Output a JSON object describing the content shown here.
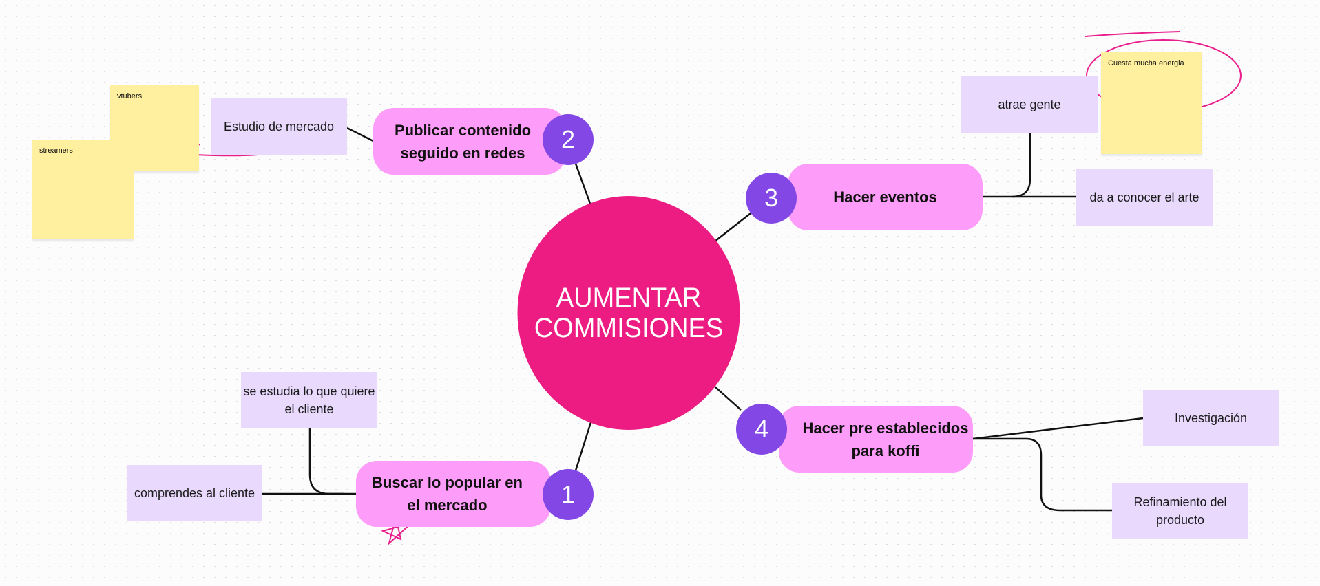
{
  "central_topic": "AUMENTAR COMMISIONES",
  "branches": [
    {
      "number": "1",
      "label": "Buscar lo popular en el mercado",
      "children": [
        "se estudia lo que quiere el cliente",
        "comprendes al cliente"
      ]
    },
    {
      "number": "2",
      "label": "Publicar contenido seguido en redes",
      "children": [
        "Estudio de mercado"
      ]
    },
    {
      "number": "3",
      "label": "Hacer eventos",
      "children": [
        "atrae gente",
        "da a conocer el arte"
      ]
    },
    {
      "number": "4",
      "label": "Hacer pre establecidos para koffi",
      "children": [
        "Investigación",
        "Refinamiento del producto"
      ]
    }
  ],
  "sticky_notes": [
    "vtubers",
    "streamers",
    "Cuesta mucha energia"
  ],
  "colors": {
    "central": "#ec1c82",
    "node": "#fd9cf9",
    "badge": "#8247e5",
    "leaf": "#e8d9fd",
    "sticky": "#fef09e",
    "ink": "#e91e8c"
  }
}
